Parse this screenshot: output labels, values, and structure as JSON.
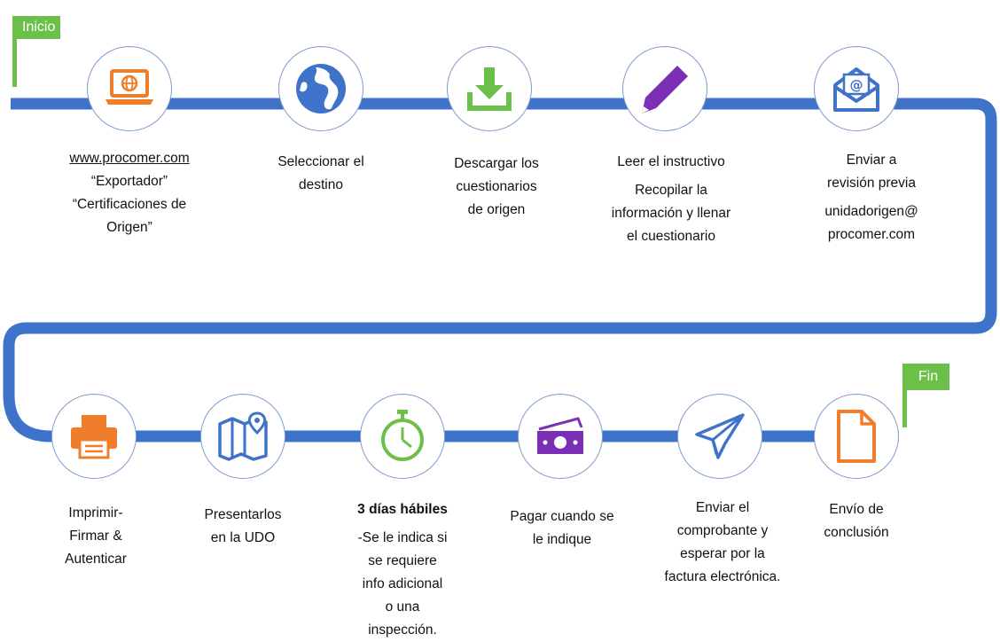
{
  "flags": {
    "start": "Inicio",
    "end": "Fin"
  },
  "colors": {
    "path": "#3f73c9",
    "flag": "#6cc04a",
    "circle_border": "#7f9ccf",
    "orange": "#f07d2a",
    "blue": "#3f73c9",
    "green": "#6cc04a",
    "purple": "#7b2fb5"
  },
  "top_steps": [
    {
      "icon": "laptop-globe-icon",
      "lines": [
        "www.procomer.com",
        "“Exportador”",
        "“Certificaciones de",
        "Origen”"
      ]
    },
    {
      "icon": "globe-icon",
      "lines": [
        "Seleccionar el",
        "destino"
      ]
    },
    {
      "icon": "download-icon",
      "lines": [
        "Descargar los",
        "cuestionarios",
        "de origen"
      ]
    },
    {
      "icon": "pencil-icon",
      "lines": [
        "Leer el instructivo",
        "Recopilar la",
        "información y  llenar",
        "el cuestionario"
      ]
    },
    {
      "icon": "email-icon",
      "lines": [
        "Enviar a",
        "revisión previa",
        "unidadorigen@",
        "procomer.com"
      ]
    }
  ],
  "bottom_steps": [
    {
      "icon": "printer-icon",
      "lines": [
        "Imprimir-",
        "Firmar &",
        "Autenticar"
      ]
    },
    {
      "icon": "map-icon",
      "lines": [
        "Presentarlos",
        "en la UDO"
      ]
    },
    {
      "icon": "stopwatch-icon",
      "lines": [
        "3 días hábiles",
        "-Se le indica si",
        "se requiere",
        "info adicional",
        "o una",
        "inspección."
      ]
    },
    {
      "icon": "money-icon",
      "lines": [
        "Pagar cuando se",
        "le indique"
      ]
    },
    {
      "icon": "paper-plane-icon",
      "lines": [
        "Enviar el",
        "comprobante y",
        "esperar por la",
        "factura electrónica."
      ]
    },
    {
      "icon": "document-icon",
      "lines": [
        "Envío de",
        "conclusión"
      ]
    }
  ]
}
